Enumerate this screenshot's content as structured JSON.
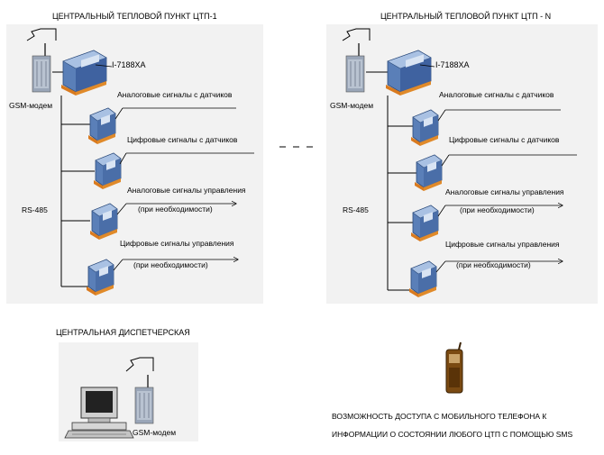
{
  "station1": {
    "title": "ЦЕНТРАЛЬНЫЙ ТЕПЛОВОЙ ПУНКТ ЦТП-1",
    "gsm_label": "GSM-модем",
    "controller_label": "I-7188XA",
    "bus_label": "RS-485",
    "signals": {
      "analog_in": "Аналоговые сигналы с датчиков",
      "digital_in": "Цифровые сигналы с датчиков",
      "analog_out": "Аналоговые сигналы управления",
      "analog_out_note": "(при необходимости)",
      "digital_out": "Цифровые сигналы управления",
      "digital_out_note": "(при необходимости)"
    }
  },
  "stationN": {
    "title": "ЦЕНТРАЛЬНЫЙ ТЕПЛОВОЙ ПУНКТ ЦТП - N",
    "gsm_label": "GSM-модем",
    "controller_label": "I-7188XA",
    "bus_label": "RS-485",
    "signals": {
      "analog_in": "Аналоговые сигналы с датчиков",
      "digital_in": "Цифровые сигналы с датчиков",
      "analog_out": "Аналоговые сигналы управления",
      "analog_out_note": "(при необходимости)",
      "digital_out": "Цифровые сигналы управления",
      "digital_out_note": "(при необходимости)"
    }
  },
  "dispatch": {
    "title": "ЦЕНТРАЛЬНАЯ ДИСПЕТЧЕРСКАЯ",
    "gsm_label": "GSM-модем"
  },
  "mobile": {
    "line1": "ВОЗМОЖНОСТЬ ДОСТУПА С МОБИЛЬНОГО ТЕЛЕФОНА К",
    "line2": "ИНФОРМАЦИИ О СОСТОЯНИИ ЛЮБОГО ЦТП С ПОМОЩЬЮ SMS"
  },
  "colors": {
    "panel": "#f2f2f2",
    "module_blue": "#5a7fb8",
    "module_light": "#a9c1e3",
    "terminal": "#d97a1e",
    "modem": "#9aa6b8",
    "phone": "#7a4a12"
  }
}
